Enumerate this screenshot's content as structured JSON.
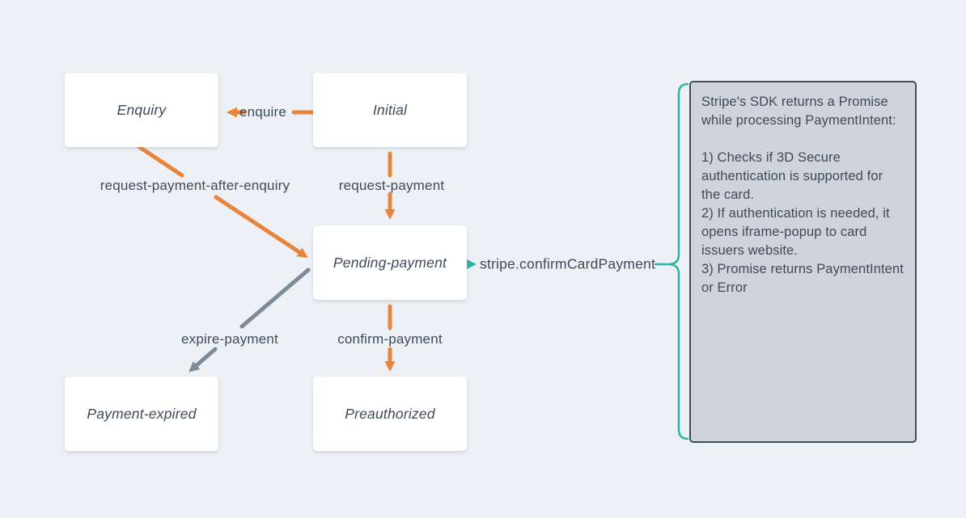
{
  "diagram": {
    "states": [
      {
        "id": "enquiry",
        "label": "Enquiry"
      },
      {
        "id": "initial",
        "label": "Initial"
      },
      {
        "id": "pending-payment",
        "label": "Pending-payment"
      },
      {
        "id": "payment-expired",
        "label": "Payment-expired"
      },
      {
        "id": "preauthorized",
        "label": "Preauthorized"
      }
    ],
    "transitions": [
      {
        "label": "enquire",
        "from": "initial",
        "to": "enquiry",
        "color": "orange"
      },
      {
        "label": "request-payment-after-enquiry",
        "from": "enquiry",
        "to": "pending-payment",
        "color": "orange"
      },
      {
        "label": "request-payment",
        "from": "initial",
        "to": "pending-payment",
        "color": "orange"
      },
      {
        "label": "expire-payment",
        "from": "pending-payment",
        "to": "payment-expired",
        "color": "gray"
      },
      {
        "label": "confirm-payment",
        "from": "pending-payment",
        "to": "preauthorized",
        "color": "orange"
      }
    ],
    "callout": {
      "label": "stripe.confirmCardPayment",
      "note_paragraphs": [
        "Stripe's SDK returns a Promise while processing PaymentIntent:",
        "1) Checks if 3D Secure authentication is supported for the card.",
        "2) If authentication is needed, it opens iframe-popup to card issuers website.",
        "3) Promise returns PaymentIntent or Error"
      ]
    },
    "colors": {
      "background": "#edf1f5",
      "state_fill": "#ffffff",
      "text": "#3d4a5c",
      "orange_arrow": "#e8843c",
      "gray_arrow": "#7d8b99",
      "teal_accent": "#2ab5a3",
      "note_fill": "#cfd4da",
      "note_border": "#3f4c59"
    }
  }
}
